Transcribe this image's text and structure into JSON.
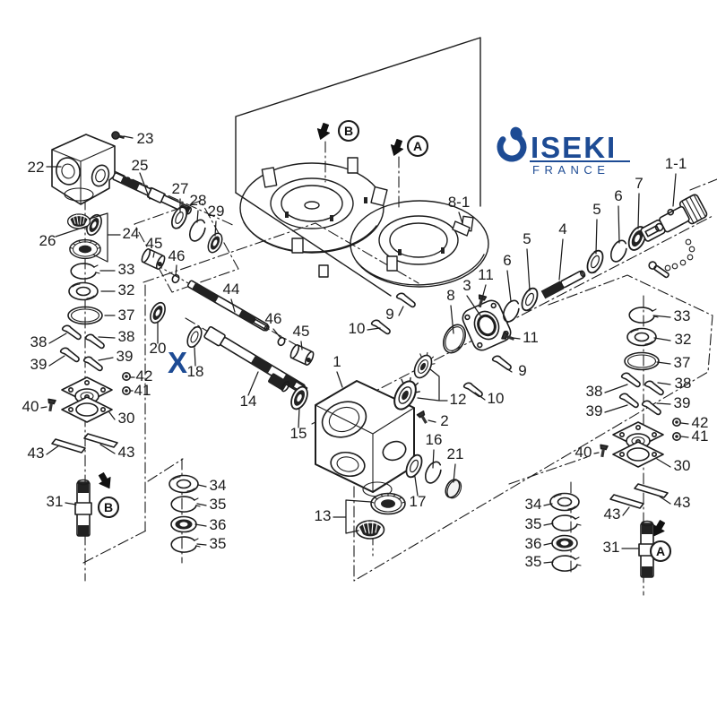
{
  "logo": {
    "brand": "ISEKI",
    "region": "FRANCE",
    "color": "#1d4b94"
  },
  "colors": {
    "ink": "#1c1c1c",
    "blue": "#1d4b94",
    "background": "#ffffff"
  },
  "markers": {
    "a": "A",
    "b": "B",
    "x": "X"
  },
  "part_labels": {
    "1": "1",
    "1-1": "1-1",
    "2": "2",
    "3": "3",
    "4": "4",
    "5": "5",
    "6": "6",
    "7": "7",
    "8": "8",
    "8-1": "8-1",
    "9": "9",
    "10": "10",
    "11": "11",
    "12": "12",
    "13": "13",
    "14": "14",
    "15": "15",
    "16": "16",
    "17": "17",
    "18": "18",
    "20": "20",
    "21": "21",
    "22": "22",
    "23": "23",
    "24": "24",
    "25": "25",
    "26": "26",
    "27": "27",
    "28": "28",
    "29": "29",
    "30": "30",
    "31": "31",
    "32": "32",
    "33": "33",
    "34": "34",
    "35": "35",
    "36": "36",
    "37": "37",
    "38": "38",
    "39": "39",
    "40": "40",
    "41": "41",
    "42": "42",
    "43": "43",
    "44": "44",
    "45": "45",
    "46": "46"
  }
}
